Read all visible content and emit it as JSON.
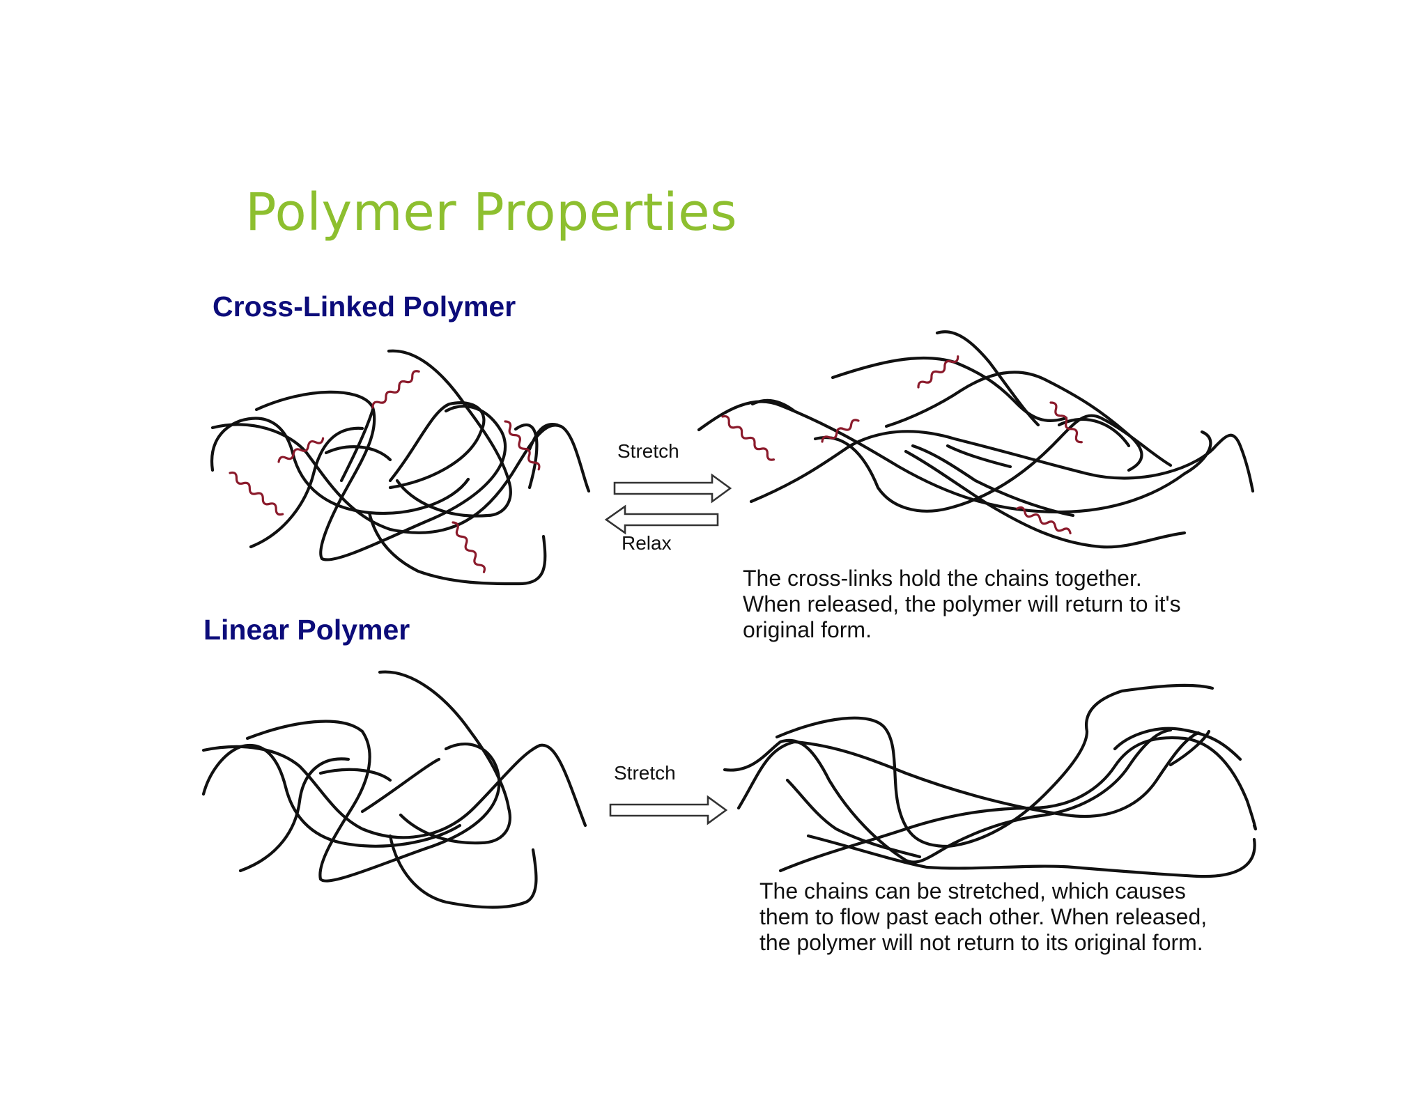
{
  "title": "Polymer Properties",
  "sections": {
    "cross_linked": {
      "label": "Cross-Linked Polymer",
      "stretch_label": "Stretch",
      "relax_label": "Relax",
      "caption_lines": [
        "The cross-links hold the chains together.",
        "When released, the polymer will return to it's",
        "original form."
      ]
    },
    "linear": {
      "label": "Linear Polymer",
      "stretch_label": "Stretch",
      "caption_lines": [
        "The chains can be stretched, which causes",
        "them to flow past each other.  When released,",
        "the polymer will not return to its original form."
      ]
    }
  },
  "colors": {
    "title": "#8dbf2f",
    "section_label": "#0c0c7a",
    "chain": "#111111",
    "crosslink": "#8b1a2b",
    "arrow_fill": "#ffffff",
    "arrow_stroke": "#333333"
  }
}
